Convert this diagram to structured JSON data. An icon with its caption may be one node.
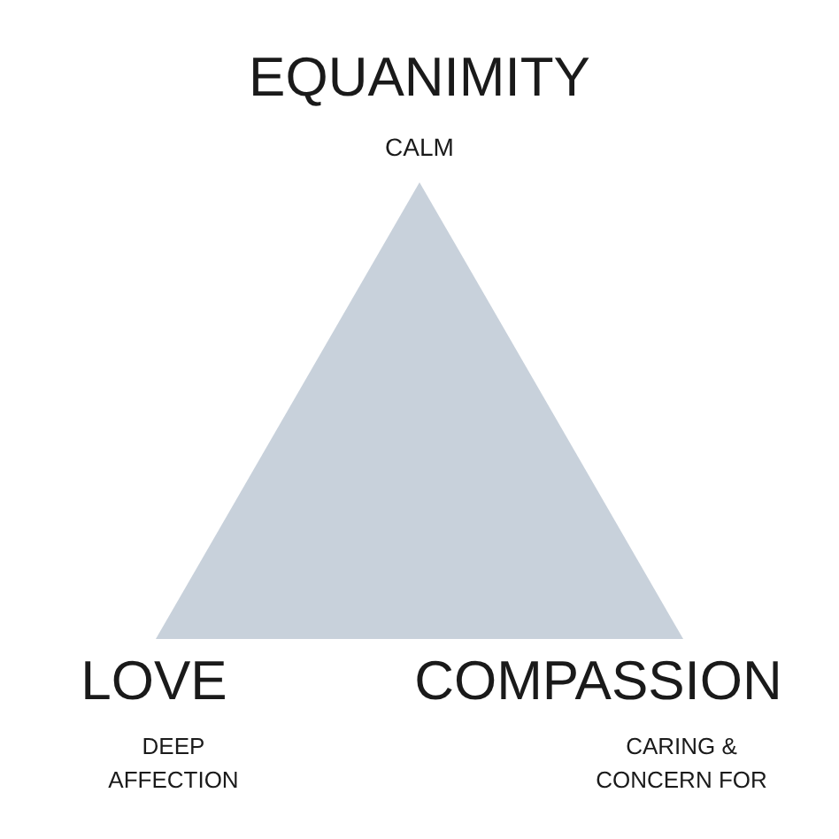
{
  "diagram": {
    "labels": [
      "EQUANIMITY",
      "CALM",
      "LOVE",
      "DEEP AFFECTION",
      "COMPASSION",
      "CARING & CONCERN FOR"
    ]
  }
}
